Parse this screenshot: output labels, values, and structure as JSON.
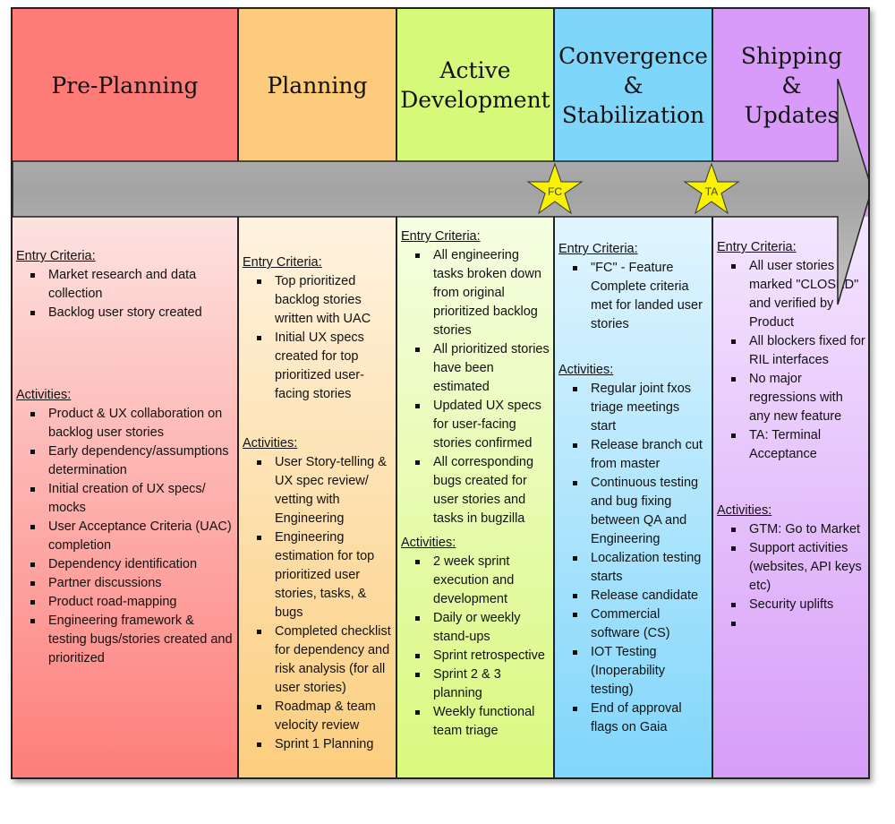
{
  "phases": [
    {
      "title": "Pre-Planning",
      "header_color": "#fd7c78",
      "body_top_color": "#fde2e0",
      "body_bottom_color": "#fd7e7a",
      "sections": [
        {
          "title": "Entry Criteria:",
          "items": [
            "Market research and data collection",
            "Backlog user story created"
          ]
        },
        {
          "title": "Activities:",
          "items": [
            "Product & UX collaboration on backlog user stories",
            "Early dependency/assumptions determination",
            "Initial creation of UX specs/ mocks",
            "User Acceptance Criteria (UAC) completion",
            "Dependency identification",
            "Partner discussions",
            "Product road-mapping",
            "Engineering framework & testing bugs/stories created and prioritized"
          ]
        }
      ]
    },
    {
      "title": "Planning",
      "header_color": "#fccc7c",
      "body_top_color": "#fef3e0",
      "body_bottom_color": "#fcce7e",
      "sections": [
        {
          "title": "Entry Criteria:",
          "items": [
            "Top prioritized backlog stories written with UAC",
            "Initial UX specs created for top prioritized user-facing stories"
          ]
        },
        {
          "title": "Activities:",
          "items": [
            "User Story-telling & UX spec review/ vetting with Engineering",
            "Engineering estimation for top prioritized user stories, tasks, & bugs",
            "Completed checklist for dependency and risk analysis (for all user stories)",
            "Roadmap & team velocity review",
            "Sprint 1 Planning"
          ]
        }
      ]
    },
    {
      "title": "Active\nDevelopment",
      "header_color": "#d6f97a",
      "body_top_color": "#f5fee2",
      "body_bottom_color": "#d9f97e",
      "sections": [
        {
          "title": "Entry Criteria:",
          "items": [
            "All engineering tasks broken down from original prioritized backlog stories",
            "All prioritized stories have been estimated",
            "Updated UX specs for user-facing stories confirmed",
            "All corresponding bugs created for user stories and tasks in bugzilla"
          ]
        },
        {
          "title": "Activities:",
          "items": [
            "2 week sprint execution and development",
            "Daily or weekly stand-ups",
            "Sprint retrospective",
            "Sprint 2 & 3 planning",
            "Weekly functional team triage"
          ]
        }
      ]
    },
    {
      "title": "Convergence\n&\nStabilization",
      "header_color": "#7fd6fb",
      "body_top_color": "#e2f5fe",
      "body_bottom_color": "#80d6fb",
      "sections": [
        {
          "title": "Entry Criteria:",
          "items": [
            "\"FC\" - Feature Complete criteria met for landed user stories"
          ]
        },
        {
          "title": "Activities:",
          "items": [
            "Regular joint fxos triage meetings start",
            "Release branch cut from master",
            "Continuous testing and bug fixing between QA and Engineering",
            "Localization testing starts",
            "Release candidate",
            "Commercial software (CS)",
            "IOT Testing (Inoperability testing)",
            "End of approval flags on Gaia"
          ]
        }
      ]
    },
    {
      "title": "Shipping\n&\nUpdates",
      "header_color": "#d99bf9",
      "body_top_color": "#f4e6fe",
      "body_bottom_color": "#d79df9",
      "sections": [
        {
          "title": "Entry Criteria:",
          "items": [
            "All user stories marked \"CLOSED\" and verified by Product",
            "All blockers fixed for RIL interfaces",
            "No major regressions with any new feature",
            "TA: Terminal Acceptance"
          ]
        },
        {
          "title": "Activities:",
          "items": [
            "GTM: Go to Market",
            "Support activities (websites, API keys etc)",
            "Security uplifts"
          ]
        }
      ]
    }
  ],
  "milestones": [
    {
      "label": "FC",
      "color": "#f8f200"
    },
    {
      "label": "TA",
      "color": "#f8f200"
    }
  ],
  "arrow_color": "#a8a8a8"
}
